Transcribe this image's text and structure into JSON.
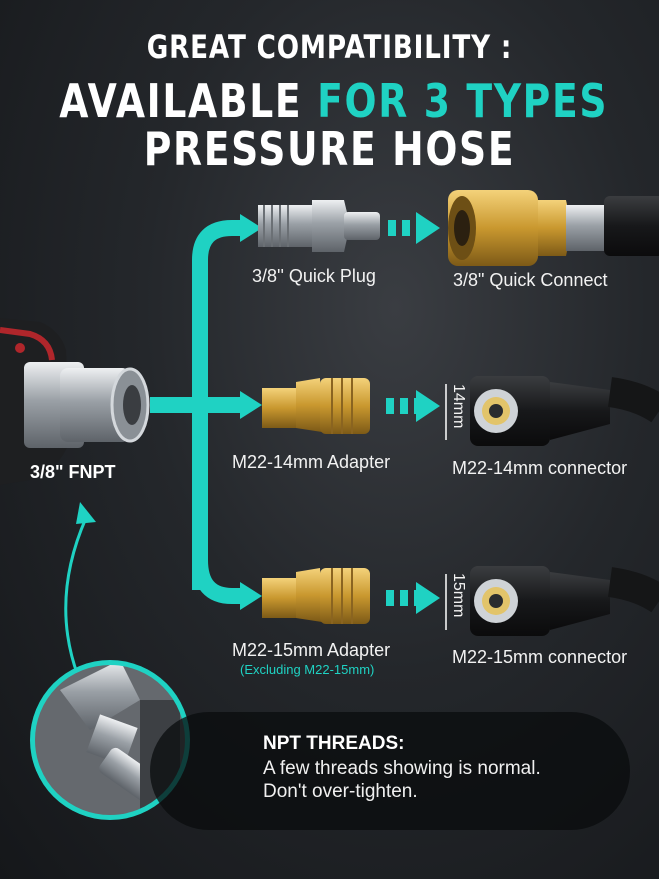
{
  "header": {
    "line1": "GREAT COMPATIBILITY :",
    "line2_white": "AVAILABLE ",
    "line2_accent": "FOR 3 TYPES",
    "line3": "PRESSURE HOSE"
  },
  "source": {
    "label": "3/8\" FNPT"
  },
  "rows": [
    {
      "adapter_label": "3/8'' Quick Plug",
      "connector_label": "3/8\" Quick Connect"
    },
    {
      "adapter_label": "M22-14mm Adapter",
      "connector_label": "M22-14mm connector",
      "size_label": "14mm"
    },
    {
      "adapter_label": "M22-15mm Adapter",
      "adapter_note": "(Excluding M22-15mm)",
      "connector_label": "M22-15mm connector",
      "size_label": "15mm"
    }
  ],
  "note": {
    "title": "NPT THREADS:",
    "line1": "A few threads showing is normal.",
    "line2": "Don't over-tighten."
  },
  "colors": {
    "accent": "#1fd2c3",
    "brass": "#c9a24a",
    "steel": "#b9bec4"
  }
}
